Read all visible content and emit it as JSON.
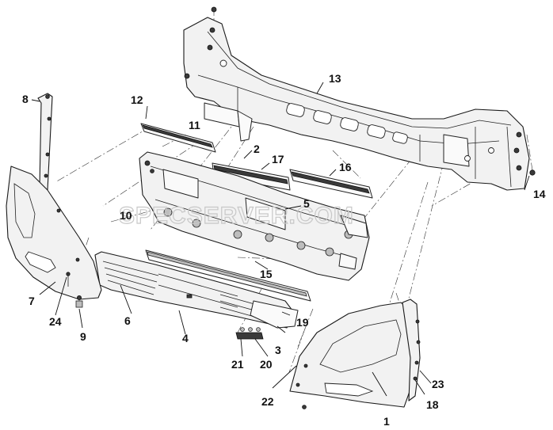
{
  "watermark": "SPECSERVER.COM",
  "callouts": {
    "c1": "1",
    "c2": "2",
    "c3": "3",
    "c4": "4",
    "c5": "5",
    "c6": "6",
    "c7": "7",
    "c8": "8",
    "c9": "9",
    "c10": "10",
    "c11": "11",
    "c12": "12",
    "c13": "13",
    "c14": "14",
    "c15": "15",
    "c16": "16",
    "c17": "17",
    "c18": "18",
    "c19": "19",
    "c20": "20",
    "c21": "21",
    "c22": "22",
    "c23": "23",
    "c24": "24"
  }
}
